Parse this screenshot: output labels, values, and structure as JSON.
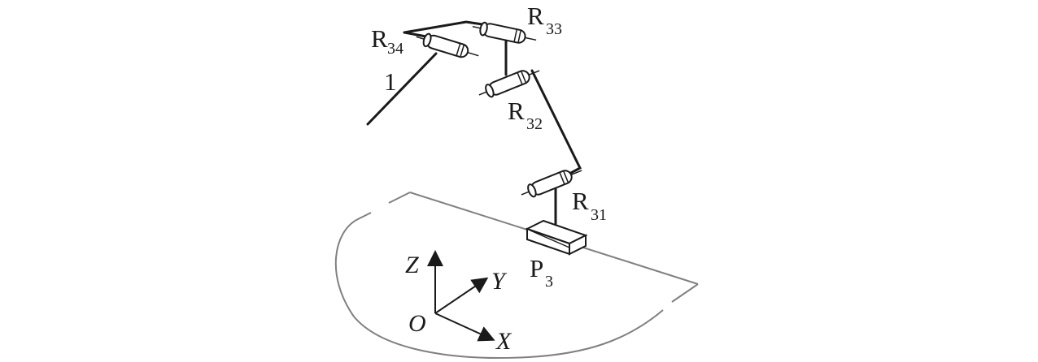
{
  "labels": {
    "r34": {
      "main": "R",
      "sub": "34"
    },
    "r33": {
      "main": "R",
      "sub": "33"
    },
    "r32": {
      "main": "R",
      "sub": "32"
    },
    "r31": {
      "main": "R",
      "sub": "31"
    },
    "p3": {
      "main": "P",
      "sub": "3"
    },
    "link_1": "1"
  },
  "axes": {
    "z": "Z",
    "y": "Y",
    "x": "X",
    "origin": "O"
  }
}
